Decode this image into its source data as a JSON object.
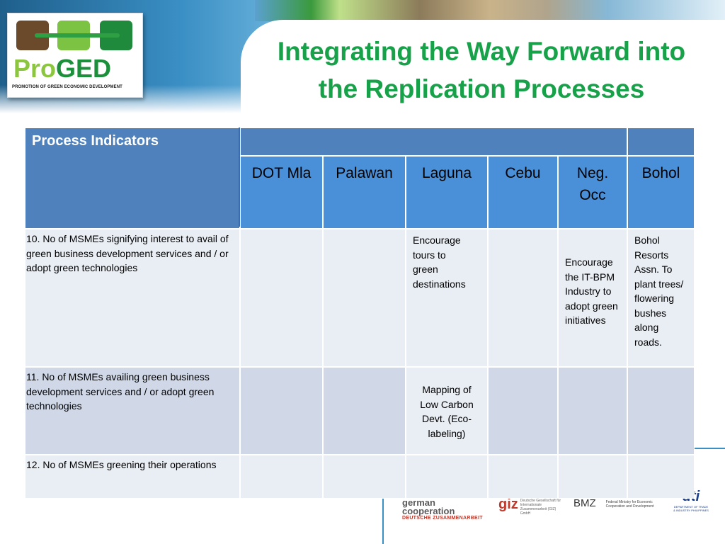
{
  "slide": {
    "title_line1": "Integrating the Way Forward into",
    "title_line2": "the Replication Processes"
  },
  "logo": {
    "name_part1": "Pro",
    "name_part2": "GED",
    "tagline": "PROMOTION OF GREEN ECONOMIC DEVELOPMENT"
  },
  "table": {
    "header_label": "Process Indicators",
    "columns": [
      "DOT Mla",
      "Palawan",
      "Laguna",
      "Cebu",
      "Neg. Occ",
      "Bohol"
    ],
    "rows": [
      {
        "indicator": "10. No of MSMEs signifying interest to avail of green business development services and / or adopt green technologies",
        "cells": [
          "",
          "",
          "Encourage tours to green destinations",
          "",
          "Encourage the IT-BPM Industry to adopt green initiatives",
          "Bohol Resorts Assn. To plant trees/ flowering bushes along roads."
        ]
      },
      {
        "indicator": "11. No of MSMEs availing green business development services and / or adopt green technologies",
        "cells": [
          "",
          "",
          "Mapping of Low Carbon Devt. (Eco-labeling)",
          "",
          "",
          ""
        ]
      },
      {
        "indicator": "12. No of MSMEs greening their operations",
        "cells": [
          "",
          "",
          "",
          "",
          "",
          ""
        ]
      }
    ]
  },
  "footer": {
    "german_cooperation_line1": "german",
    "german_cooperation_line2": "cooperation",
    "german_cooperation_line3": "DEUTSCHE ZUSAMMENARBEIT",
    "giz_logo": "giz",
    "giz_subtext": "Deutsche Gesellschaft für Internationale Zusammenarbeit (GIZ) GmbH",
    "bmz_logo": "BMZ",
    "bmz_subtext": "Federal Ministry for Economic Cooperation and Development",
    "dti_logo": "dti",
    "dti_subtext": "DEPARTMENT OF TRADE & INDUSTRY PHILIPPINES"
  },
  "colors": {
    "title_green": "#17a24a",
    "header_blue_dark": "#4f81bd",
    "header_blue_light": "#4a90d9",
    "row_band": "#d0d8e8",
    "row_light": "#e9edf4"
  }
}
